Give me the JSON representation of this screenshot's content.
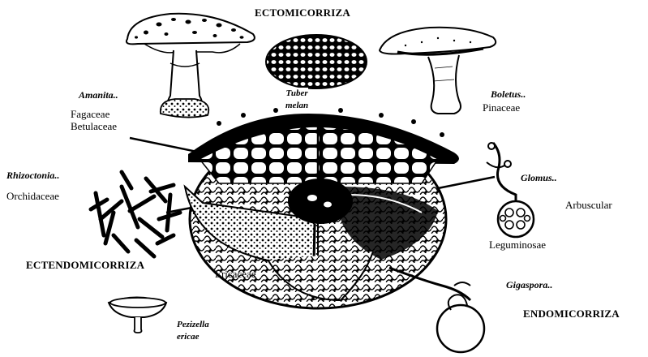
{
  "labels": {
    "ectomycorrhiza": "ECTOMICORRIZA",
    "ectendomycorrhiza": "ECTENDOMICORRIZA",
    "endomycorrhiza": "ENDOMICORRIZA",
    "arbuscular": "Arbuscular",
    "amanita": "Amanita..",
    "amanita_hosts": "Fagaceae\nBetulaceae",
    "tuber": "Tuber\nmelan",
    "boletus": "Boletus..",
    "boletus_host": "Pinaceae",
    "rhizoctonia": "Rhizoctonia..",
    "rhizoctonia_host": "Orchidaceae",
    "glomus": "Glomus..",
    "glomus_host": "Leguminosae",
    "ericaceae": "Ericaceae",
    "gigaspora": "Gigaspora..",
    "pezizella": "Pezizella\nericae"
  },
  "colors": {
    "ink": "#000000",
    "paper": "#ffffff"
  },
  "icons": [
    "amanita-mushroom-icon",
    "tuber-truffle-icon",
    "boletus-mushroom-icon",
    "rhizoctonia-hyphae-icon",
    "glomus-arbuscule-icon",
    "gigaspora-spore-icon",
    "pezizella-cup-icon"
  ]
}
